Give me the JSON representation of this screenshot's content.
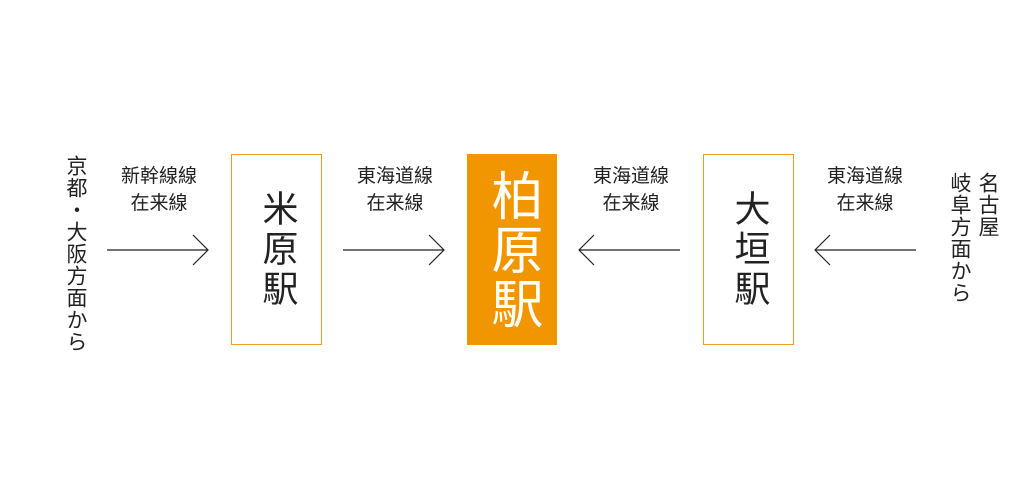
{
  "colors": {
    "accent": "#f29600",
    "outline": "#f29b1f",
    "text": "#222222",
    "background": "#ffffff"
  },
  "origins": {
    "kyoto": "京都・大阪方面から",
    "nagoya_line1": "名古屋",
    "nagoya_line2": "岐阜方面から"
  },
  "routes": {
    "shinkansen_line1": "新幹線線",
    "shinkansen_line2": "在来線",
    "tokaido_left_line1": "東海道線",
    "tokaido_left_line2": "在来線",
    "tokaido_mid_line1": "東海道線",
    "tokaido_mid_line2": "在来線",
    "tokaido_right_line1": "東海道線",
    "tokaido_right_line2": "在来線"
  },
  "stations": {
    "maibara": "米原駅",
    "kashiwabara": "柏原駅",
    "ogaki": "大垣駅"
  }
}
